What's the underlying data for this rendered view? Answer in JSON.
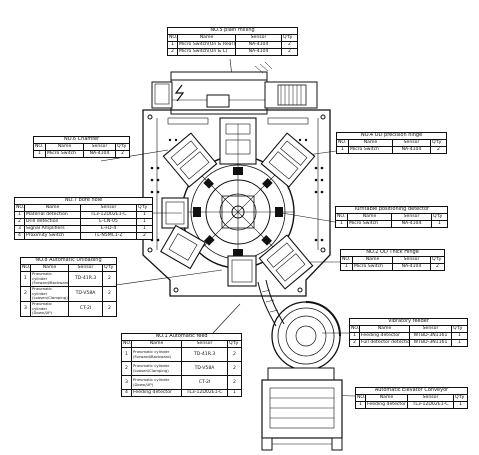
{
  "tables": {
    "t5": {
      "title": "NO.5 plain milling",
      "headers": [
        "NO.",
        "Name",
        "Sensor",
        "Q'ty"
      ],
      "rows": [
        [
          "1",
          "Micro Switch(On & Rear)",
          "NA-4104",
          "2"
        ],
        [
          "2",
          "Micro Switch(On & L)",
          "NA-4104",
          "2"
        ]
      ]
    },
    "t6": {
      "title": "NO.6 Chamfer",
      "headers": [
        "NO.",
        "Name",
        "Sensor",
        "Q'ty"
      ],
      "rows": [
        [
          "1",
          "Micro Switch",
          "NA-4104",
          "2"
        ]
      ]
    },
    "t4": {
      "title": "NO.4 OD precision hinge",
      "headers": [
        "NO.",
        "Name",
        "Sensor",
        "Q'ty"
      ],
      "rows": [
        [
          "1",
          "Micro Switch",
          "NA-4104",
          "2"
        ]
      ]
    },
    "t7": {
      "title": "NO.7 bore hole",
      "headers": [
        "NO.",
        "Name",
        "Sensor",
        "Q'ty"
      ],
      "rows": [
        [
          "1",
          "Material detection",
          "TL3-12D02E1-C",
          "1"
        ],
        [
          "2",
          "Drill detection",
          "E-CN-05",
          "1"
        ],
        [
          "3",
          "Signal Amplifiers",
          "E-FD-4",
          "1"
        ],
        [
          "4",
          "Proximity Switch",
          "TL-N5MC1-Z",
          "2"
        ]
      ]
    },
    "tt": {
      "title": "Turntable positioning detector",
      "headers": [
        "NO.",
        "Name",
        "Sensor",
        "Q'ty"
      ],
      "rows": [
        [
          "1",
          "Micro Switch",
          "NA-4104",
          "1"
        ]
      ]
    },
    "t8": {
      "title": "NO.8 Automatic Unloading",
      "headers": [
        "NO.",
        "Name",
        "Sensor",
        "Q'ty"
      ],
      "rows": [
        [
          "1",
          "Pneumatic cylinder (Forward/Backward)",
          "TD-41R.3",
          "2"
        ],
        [
          "2",
          "Pneumatic cylinder (Loosen/Clamping)",
          "TD-V58A",
          "2"
        ],
        [
          "3",
          "Pneumatic cylinder (Down/UP)",
          "CT-2I",
          "2"
        ]
      ]
    },
    "t2": {
      "title": "NO.2 OD Thick Hinge",
      "headers": [
        "NO.",
        "Name",
        "Sensor",
        "Q'ty"
      ],
      "rows": [
        [
          "1",
          "Micro Switch",
          "NA-4104",
          "2"
        ]
      ]
    },
    "vf": {
      "title": "Vibratory feeder",
      "headers": [
        "NO.",
        "Name",
        "Sensor",
        "Q'ty"
      ],
      "rows": [
        [
          "1",
          "Feeding detector",
          "WTBD-3N1161",
          "1"
        ],
        [
          "2",
          "Full detector detection",
          "WTBD-3N1161",
          "1"
        ]
      ]
    },
    "t1": {
      "title": "NO.1 Automatic feed",
      "headers": [
        "NO.",
        "Name",
        "Sensor",
        "Q'ty"
      ],
      "rows": [
        [
          "1",
          "Pneumatic cylinder (Forward/Backward)",
          "TD-41R.3",
          "2"
        ],
        [
          "2",
          "Pneumatic cylinder (Loosen/Clamping)",
          "TD-V58A",
          "2"
        ],
        [
          "3",
          "Pneumatic cylinder (Down/UP)",
          "CT-2I",
          "2"
        ],
        [
          "4",
          "Feeding detector",
          "TL3-12D02E1-C",
          "1"
        ]
      ]
    },
    "ec": {
      "title": "Automatic Elevator Conveyor",
      "headers": [
        "NO.",
        "Name",
        "Sensor",
        "Q'ty"
      ],
      "rows": [
        [
          "1",
          "Feeding detector",
          "TL3-12D02E1-C",
          "1"
        ]
      ]
    }
  }
}
